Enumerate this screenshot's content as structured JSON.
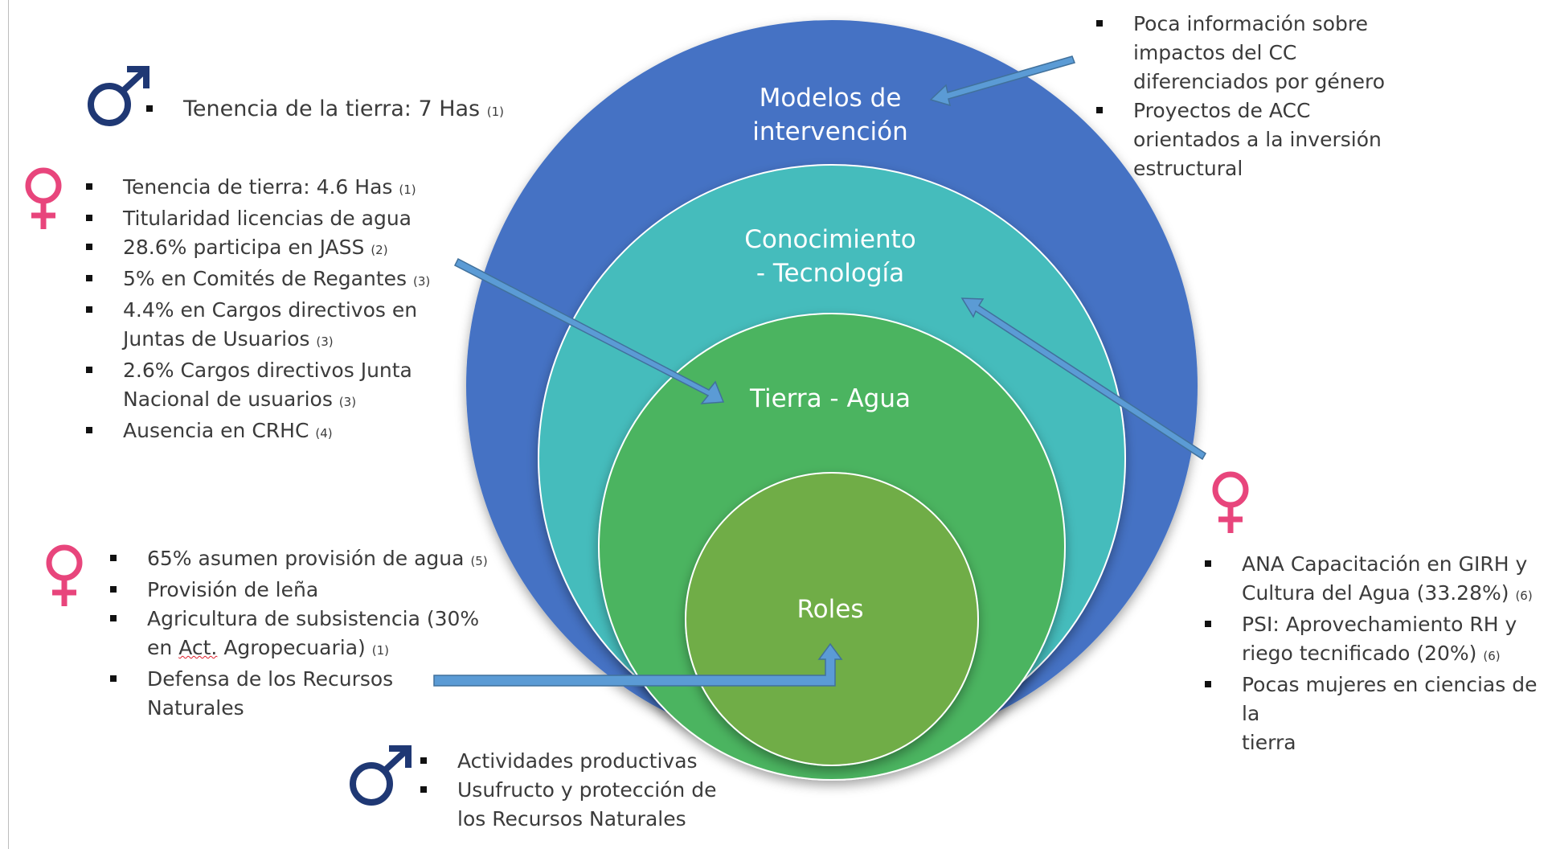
{
  "colors": {
    "outer_ring": "#4472c4",
    "middle_ring": "#44bcbc",
    "inner_ring": "#4cb460",
    "core": "#70ad47",
    "arrow": "#5b9bd5",
    "female_symbol": "#e8457c",
    "male_symbol": "#1f3874"
  },
  "rings": {
    "outer": [
      "Modelos de",
      "intervención"
    ],
    "middle": [
      "Conocimiento",
      "- Tecnología"
    ],
    "inner": [
      "Tierra - Agua"
    ],
    "core": [
      "Roles"
    ]
  },
  "male_top": {
    "icon": "male-symbol",
    "items": [
      {
        "text": "Tenencia de la tierra: 7 Has",
        "ref": "(1)"
      }
    ]
  },
  "female_left": {
    "icon": "female-symbol",
    "items": [
      {
        "text": "Tenencia de tierra: 4.6 Has",
        "ref": "(1)"
      },
      {
        "text": "Titularidad licencias de agua",
        "ref": ""
      },
      {
        "text": "28.6% participa en JASS",
        "ref": "(2)"
      },
      {
        "text": "5% en Comités de Regantes",
        "ref": "(3)"
      },
      {
        "line1": "4.4% en Cargos directivos en",
        "line2": "Juntas de Usuarios",
        "ref": "(3)"
      },
      {
        "line1": "2.6% Cargos directivos Junta",
        "line2": "Nacional de usuarios",
        "ref": "(3)"
      },
      {
        "text": "Ausencia en CRHC",
        "ref": "(4)"
      }
    ]
  },
  "female_bottom": {
    "icon": "female-symbol",
    "items": [
      {
        "text": "65% asumen provisión de agua",
        "ref": "(5)"
      },
      {
        "text": "Provisión de leña",
        "ref": ""
      },
      {
        "line1": "Agricultura de subsistencia (30%",
        "line2_pre": "en",
        "line2_spell": "Act.",
        "line2_post": "Agropecuaria)",
        "ref": "(1)"
      },
      {
        "line1": "Defensa de los Recursos",
        "line2": "Naturales",
        "ref": ""
      }
    ]
  },
  "male_bottom": {
    "icon": "male-symbol",
    "items": [
      {
        "text": "Actividades productivas"
      },
      {
        "line1": "Usufructo y protección de",
        "line2": "los Recursos Naturales"
      }
    ]
  },
  "top_right": {
    "items": [
      {
        "line1": "Poca información  sobre",
        "line2": "impactos del CC",
        "line3": "diferenciados por género"
      },
      {
        "line1": "Proyectos de ACC",
        "line2": "orientados a la inversión",
        "line3": "estructural"
      }
    ]
  },
  "female_right": {
    "icon": "female-symbol",
    "items": [
      {
        "line1": "ANA Capacitación en GIRH y",
        "line2": "Cultura del Agua (33.28%)",
        "ref": "(6)"
      },
      {
        "line1": "PSI: Aprovechamiento RH y",
        "line2": "riego tecnificado (20%)",
        "ref": "(6)"
      },
      {
        "line1": "Pocas mujeres en ciencias de la",
        "line2": "tierra",
        "ref": ""
      }
    ]
  }
}
